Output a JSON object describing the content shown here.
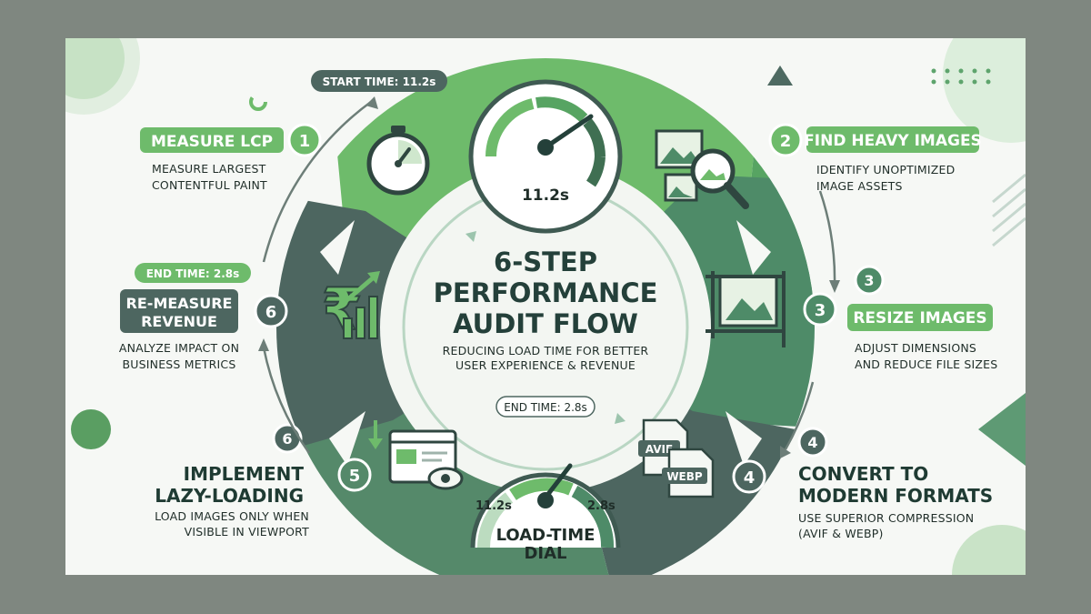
{
  "center": {
    "title_line1": "6-STEP",
    "title_line2": "PERFORMANCE",
    "title_line3": "AUDIT FLOW",
    "subtitle_line1": "REDUCING LOAD TIME FOR BETTER",
    "subtitle_line2": "USER EXPERIENCE & REVENUE"
  },
  "top_gauge": {
    "value_label": "11.2s",
    "badge": "START TIME: 11.2s"
  },
  "bottom_gauge": {
    "badge": "END TIME: 2.8s",
    "left_label": "11.2s",
    "right_label": "2.8s",
    "caption_line1": "LOAD-TIME",
    "caption_line2": "DIAL"
  },
  "steps": [
    {
      "num": "1",
      "title": "MEASURE LCP",
      "desc_line1": "MEASURE LARGEST",
      "desc_line2": "CONTENTFUL PAINT"
    },
    {
      "num": "2",
      "title": "FIND HEAVY IMAGES",
      "desc_line1": "IDENTIFY UNOPTIMIZED",
      "desc_line2": "IMAGE ASSETS"
    },
    {
      "num": "3",
      "title": "RESIZE IMAGES",
      "desc_line1": "ADJUST DIMENSIONS",
      "desc_line2": "AND REDUCE FILE SIZES"
    },
    {
      "num": "4",
      "title_line1": "CONVERT TO",
      "title_line2": "MODERN FORMATS",
      "desc_line1": "USE SUPERIOR COMPRESSION",
      "desc_line2": "(AVIF & WEBP)"
    },
    {
      "num": "5",
      "title_line1": "IMPLEMENT",
      "title_line2": "LAZY-LOADING",
      "desc_line1": "LOAD IMAGES ONLY WHEN",
      "desc_line2": "VISIBLE IN VIEWPORT"
    },
    {
      "num": "6",
      "title_line1": "RE-MEASURE",
      "title_line2": "REVENUE",
      "desc_line1": "ANALYZE IMPACT ON",
      "desc_line2": "BUSINESS METRICS",
      "badge": "END TIME: 2.8s"
    }
  ],
  "extra_badges": {
    "num3": "3",
    "num6": "6"
  },
  "format_icons": {
    "avif": "AVIF",
    "webp": "WEBP"
  },
  "icons": {
    "step1": "stopwatch-icon",
    "step2": "image-search-icon",
    "step3": "image-resize-icon",
    "step4": "file-formats-icon",
    "step5": "lazy-load-browser-icon",
    "step6": "rupee-growth-icon"
  },
  "colors": {
    "light_green": "#6ebb6b",
    "mid_green": "#4e8b68",
    "slate": "#4d6660",
    "dark_text": "#1f3b33"
  }
}
